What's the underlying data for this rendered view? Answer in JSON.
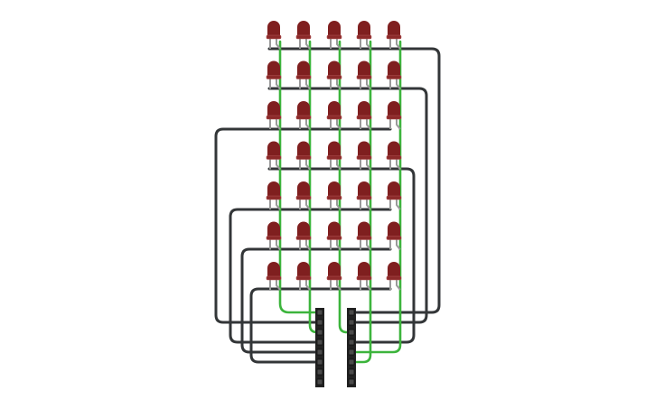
{
  "led_matrix": {
    "rows": 7,
    "columns": 5,
    "led_color": "#7f1f1f",
    "row_wire_color": "#333638",
    "column_wire_color": "#3cb43c"
  },
  "headers": {
    "count": 2,
    "pins_per_header": 8,
    "color": "#222222"
  }
}
